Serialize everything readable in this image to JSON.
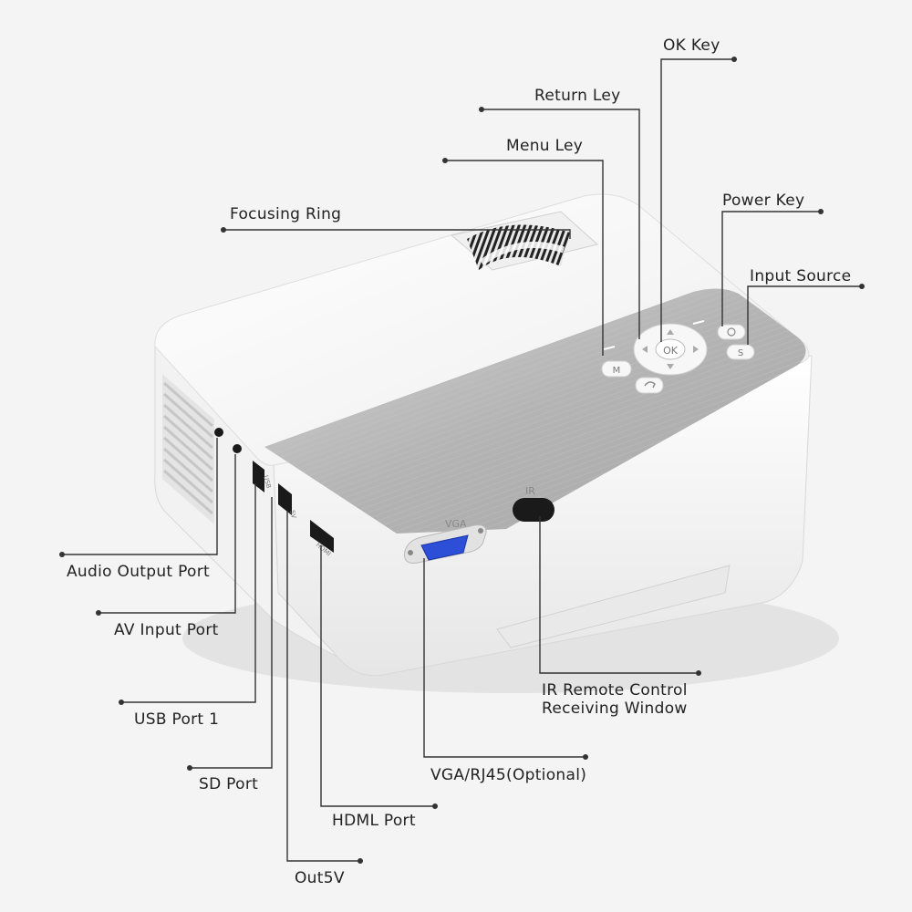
{
  "callouts": {
    "ok_key": "OK Key",
    "return_key": "Return Ley",
    "menu_key": "Menu Ley",
    "power_key": "Power Key",
    "input_source": "Input Source",
    "focusing_ring": "Focusing Ring",
    "audio_output_port": "Audio Output Port",
    "av_input_port": "AV Input Port",
    "usb_port_1": "USB Port 1",
    "sd_port": "SD Port",
    "hdml_port": "HDML Port",
    "out5v": "Out5V",
    "vga_rj45": "VGA/RJ45(Optional)",
    "ir_window_line1": "IR Remote Control",
    "ir_window_line2": "Receiving Window"
  },
  "device_markings": {
    "vga": "VGA",
    "ir": "IR",
    "ok_button": "OK",
    "menu_button": "M",
    "source_button": "S",
    "hdmi_port_mark": "HDMI",
    "usb_port_mark": "USB",
    "out5v_port_mark": "5V"
  },
  "colors": {
    "background": "#f4f4f4",
    "body_white": "#ffffff",
    "panel_silver": "#b9b9b9",
    "vga_blue": "#2d4fd8",
    "port_black": "#1a1a1a"
  }
}
